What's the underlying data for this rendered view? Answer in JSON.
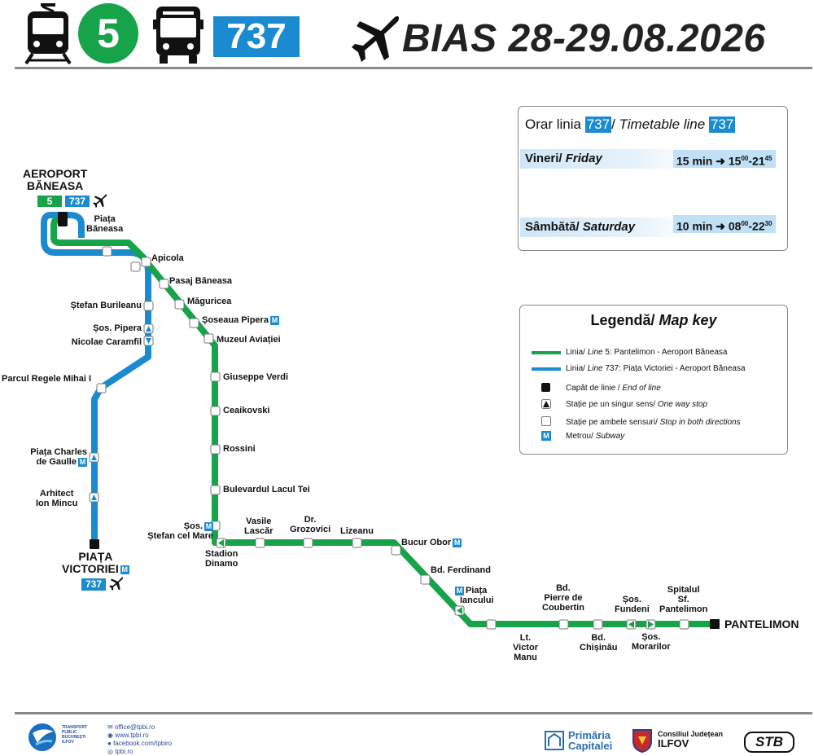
{
  "header": {
    "line_number": "5",
    "bus_line": "737",
    "event_title": "BIAS 28-29.08.2026"
  },
  "colors": {
    "line5": "#17a34a",
    "line737": "#1a8bd0",
    "stop": "#ffffff",
    "terminal": "#111111"
  },
  "icons": [
    "tram-icon",
    "bus-icon",
    "airplane-icon",
    "subway-icon",
    "one-way-stop-icon",
    "terminal-icon"
  ],
  "terminals": {
    "airport": {
      "name_line1": "AEROPORT",
      "name_line2": "BĂNEASA",
      "badge_5": "5",
      "badge_737": "737"
    },
    "victoriei": {
      "name_line1": "PIAȚA",
      "name_line2": "VICTORIEI",
      "metro": "M",
      "badge_737": "737"
    },
    "pantelimon": {
      "name": "PANTELIMON"
    }
  },
  "stops_shared": {
    "piata_baneasa": "Piața\nBăneasa",
    "apicola": "Apicola"
  },
  "stops_737": {
    "stefan_burileanu": "Ștefan Burileanu",
    "sos_pipera": "Șos. Pipera",
    "nicolae_caramfil": "Nicolae Caramfil",
    "parcul": "Parcul Regele Mihai I",
    "charles_1": "Piața Charles",
    "charles_2": "de Gaulle",
    "arhitect_1": "Arhitect",
    "arhitect_2": "Ion Mincu"
  },
  "stops_5": {
    "pasaj": "Pasaj Băneasa",
    "maguricea": "Măguricea",
    "sos_pipera": "Șoseaua Pipera",
    "muzeul": "Muzeul Aviației",
    "verdi": "Giuseppe Verdi",
    "ceaikovski": "Ceaikovski",
    "rossini": "Rossini",
    "lacul_tei": "Bulevardul Lacul Tei",
    "sos_stefan_1": "Șos.",
    "sos_stefan_2": "Ștefan cel Mare",
    "stadion_1": "Stadion",
    "stadion_2": "Dinamo",
    "lascar_1": "Vasile",
    "lascar_2": "Lascăr",
    "grozovici_1": "Dr.",
    "grozovici_2": "Grozovici",
    "lizeanu": "Lizeanu",
    "bucur_obor": "Bucur Obor",
    "ferdinand": "Bd. Ferdinand",
    "iancului_1": "Piața",
    "iancului_2": "Iancului",
    "victor_manu_1": "Lt.",
    "victor_manu_2": "Victor",
    "victor_manu_3": "Manu",
    "coubertin_1": "Bd.",
    "coubertin_2": "Pierre de",
    "coubertin_3": "Coubertin",
    "chisinau_1": "Bd.",
    "chisinau_2": "Chișinău",
    "fundeni_1": "Șos.",
    "fundeni_2": "Fundeni",
    "morarilor_1": "Șos.",
    "morarilor_2": "Morarilor",
    "spitalul_1": "Spitalul",
    "spitalul_2": "Sf.",
    "spitalul_3": "Pantelimon"
  },
  "metro_symbol": "M",
  "timetable": {
    "title_ro": "Orar linia",
    "title_en": "Timetable line",
    "line": "737",
    "friday_ro": "Vineri/",
    "friday_en": "Friday",
    "friday_freq": "15 min",
    "friday_start_h": "15",
    "friday_start_m": "00",
    "friday_end_h": "21",
    "friday_end_m": "45",
    "saturday_ro": "Sâmbătă/",
    "saturday_en": "Saturday",
    "saturday_freq": "10 min",
    "saturday_start_h": "08",
    "saturday_start_m": "00",
    "saturday_end_h": "22",
    "saturday_end_m": "30"
  },
  "legend": {
    "title_ro": "Legendă/",
    "title_en": "Map key",
    "line5_ro": "Linia/",
    "line5_en": "Line",
    "line5_desc": "5: Pantelimon - Aeroport Băneasa",
    "line737_ro": "Linia/",
    "line737_en": "Line",
    "line737_desc": "737: Piața Victoriei - Aeroport Băneasa",
    "terminal_ro": "Capăt de linie /",
    "terminal_en": "End of line",
    "oneway_ro": "Stație pe un singur sens/",
    "oneway_en": "One way stop",
    "both_ro": "Stație pe ambele sensuri/",
    "both_en": "Stop in both directions",
    "metro_ro": "Metrou/",
    "metro_en": "Subway"
  },
  "footer": {
    "tpbi_1": "TRANSPORT",
    "tpbi_2": "PUBLIC",
    "tpbi_3": "BUCUREȘTI",
    "tpbi_4": "ILFOV",
    "email": "office@tpbi.ro",
    "web": "www.tpbi.ro",
    "facebook": "facebook.com/tpbiro",
    "instagram": "tpbi.ro",
    "primaria_1": "Primăria",
    "primaria_2": "Capitalei",
    "cj_1": "Consiliul Județean",
    "cj_2": "ILFOV",
    "stb": "STB"
  }
}
